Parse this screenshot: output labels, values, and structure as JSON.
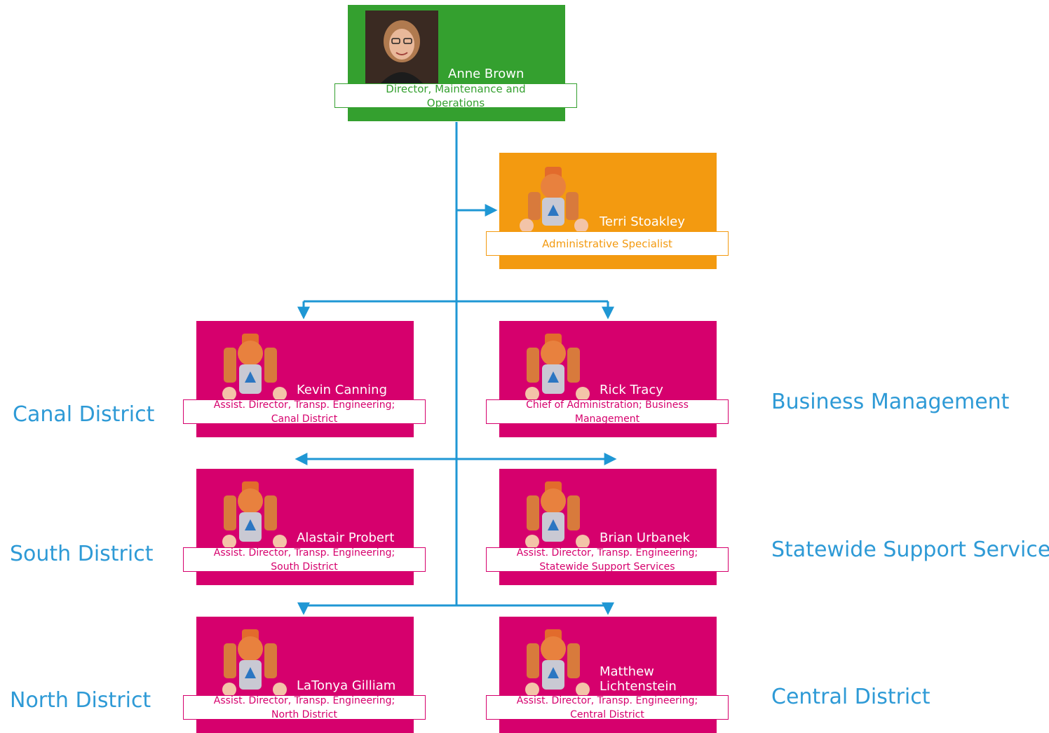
{
  "top": {
    "name": "Anne Brown",
    "title": "Director, Maintenance and Operations",
    "color": "#34a02f"
  },
  "assistant": {
    "name": "Terri Stoakley",
    "title": "Administrative Specialist",
    "color": "#f39a10"
  },
  "reports": [
    {
      "name": "Kevin Canning",
      "title": "Assist. Director, Transp. Engineering; Canal District",
      "label": "Canal District"
    },
    {
      "name": "Rick Tracy",
      "title": "Chief of Administration; Business Management",
      "label": "Business Management"
    },
    {
      "name": "Alastair Probert",
      "title": "Assist. Director, Transp. Engineering; South District",
      "label": "South District"
    },
    {
      "name": "Brian Urbanek",
      "title": "Assist. Director, Transp. Engineering; Statewide Support Services",
      "label": "Statewide Support Services"
    },
    {
      "name": "LaTonya Gilliam",
      "title": "Assist. Director, Transp. Engineering; North District",
      "label": "North District"
    },
    {
      "name": "Matthew Lichtenstein",
      "title": "Assist. Director, Transp. Engineering; Central District",
      "label": "Central District"
    }
  ],
  "colors": {
    "report": "#d6006d",
    "connector": "#1f97d4",
    "label": "#2e9ad6"
  },
  "icons": {
    "photo_top": "person-photo",
    "photo_mascot": "robot-mascot-icon"
  }
}
